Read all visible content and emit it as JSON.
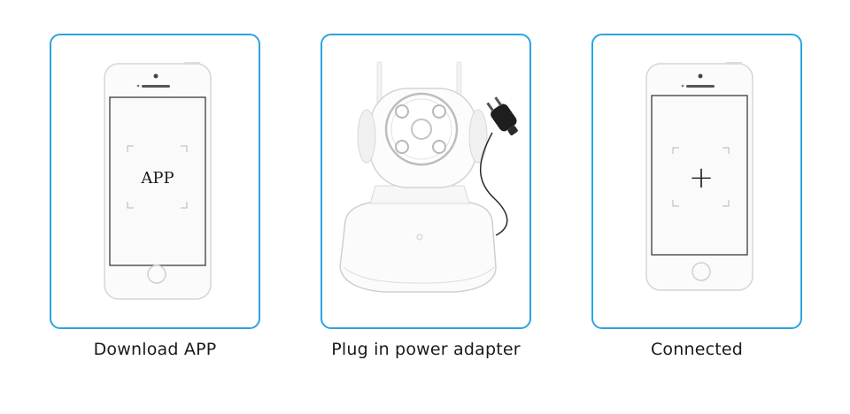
{
  "steps": [
    {
      "caption": "Download APP",
      "screen_label": "APP",
      "illustration": "phone-app-icon"
    },
    {
      "caption": "Plug in power adapter",
      "illustration": "ip-camera-with-plug-icon"
    },
    {
      "caption": "Connected",
      "screen_label": "+",
      "illustration": "phone-connected-icon"
    }
  ],
  "colors": {
    "frame_border": "#2ca3e2",
    "caption_text": "#1a1a1a",
    "line_art": "#d8d8d8"
  }
}
